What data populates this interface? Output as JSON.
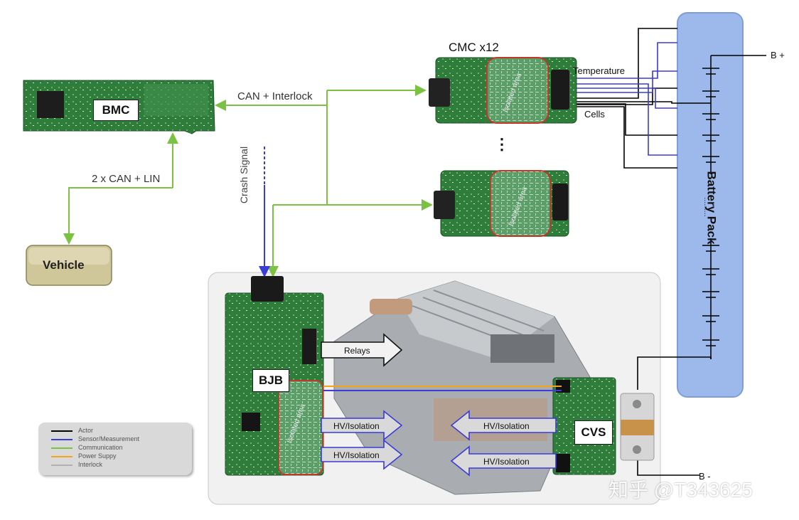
{
  "modules": {
    "bmc": "BMC",
    "vehicle": "Vehicle",
    "cmc": "CMC x12",
    "bjb": "BJB",
    "cvs": "CVS",
    "battery_pack": "Battery Pack",
    "ellipsis": "⋮",
    "pack_gap": "........."
  },
  "labels": {
    "can_interlock": "CAN + Interlock",
    "can_lin": "2 x CAN + LIN",
    "crash_signal": "Crash Signal",
    "temperature": "Temperature",
    "cells": "Cells",
    "b_plus": "B +",
    "b_minus": "B -",
    "relays": "Relays",
    "hv_isolation": "HV/Isolation",
    "isolated_area": "Isolated area"
  },
  "legend": [
    {
      "label": "Actor",
      "color": "#000000"
    },
    {
      "label": "Sensor/Measurement",
      "color": "#3b3bd6"
    },
    {
      "label": "Communication",
      "color": "#7cc242"
    },
    {
      "label": "Power Suppy",
      "color": "#f2a41a"
    },
    {
      "label": "Interlock",
      "color": "#b0b0b0"
    }
  ],
  "watermark": "知乎 @T343625",
  "colors": {
    "communication": "#7cc242",
    "sensor": "#3b3bd6",
    "actor": "#000000",
    "power": "#f2a41a",
    "pcb_green": "#2f7d3a",
    "battery_fill": "#9db8ea",
    "isolated_border": "#c0392b"
  }
}
